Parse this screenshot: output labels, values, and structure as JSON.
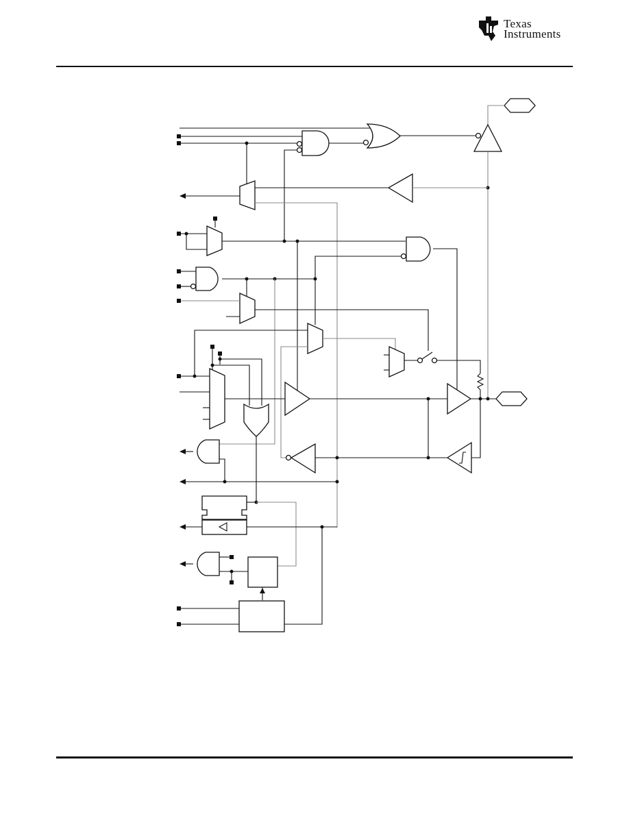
{
  "header": {
    "logo_line1": "Texas",
    "logo_line2": "Instruments",
    "logo_name": "ti-logo"
  },
  "diagram": {
    "kind": "logic schematic",
    "labels": []
  }
}
